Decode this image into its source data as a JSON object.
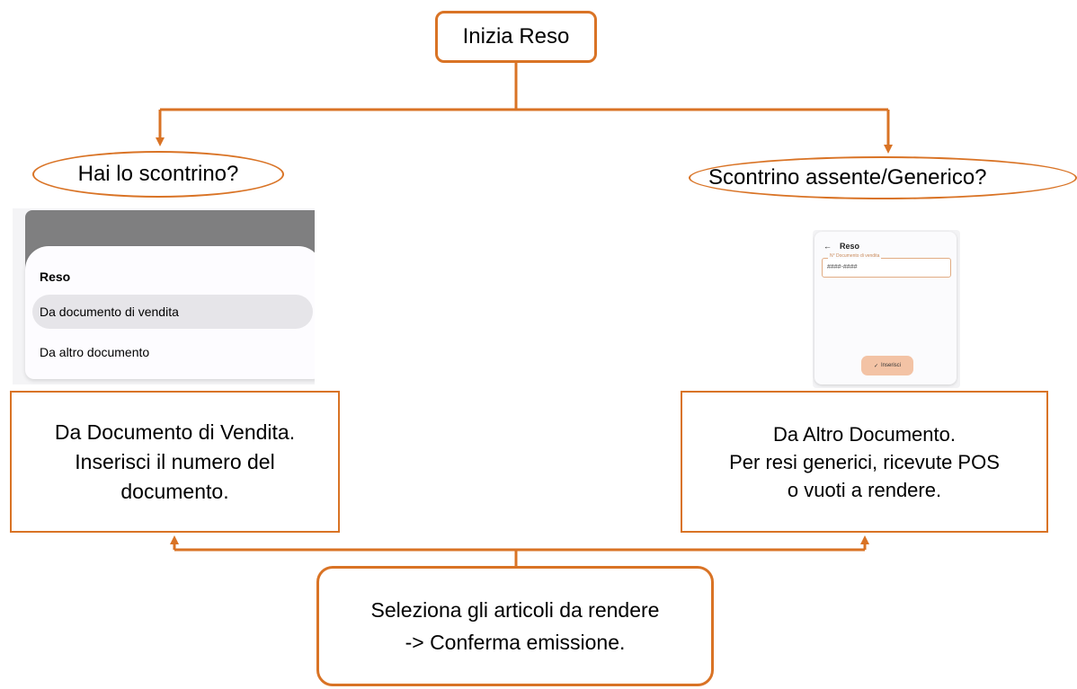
{
  "colors": {
    "accent": "#d97325"
  },
  "start": {
    "label": "Inizia Reso"
  },
  "left_question": {
    "label": "Hai lo scontrino?"
  },
  "right_question": {
    "label": "Scontrino assente/Generico?"
  },
  "left_screenshot": {
    "title": "Reso",
    "option_1": "Da documento di vendita",
    "option_2": "Da altro documento"
  },
  "right_screenshot": {
    "back_icon": "arrow-left-icon",
    "title": "Reso",
    "field_label": "N° Documento di vendita",
    "field_value": "####-####",
    "button_icon": "check-icon",
    "button_label": "Inserisci"
  },
  "left_box": {
    "lines": [
      "Da Documento di Vendita.",
      "Inserisci il numero del",
      "documento."
    ]
  },
  "right_box": {
    "lines": [
      "Da Altro Documento.",
      "Per resi generici, ricevute POS",
      "o vuoti a rendere."
    ]
  },
  "end": {
    "lines": [
      "Seleziona gli articoli da rendere",
      "-> Conferma emissione."
    ]
  }
}
